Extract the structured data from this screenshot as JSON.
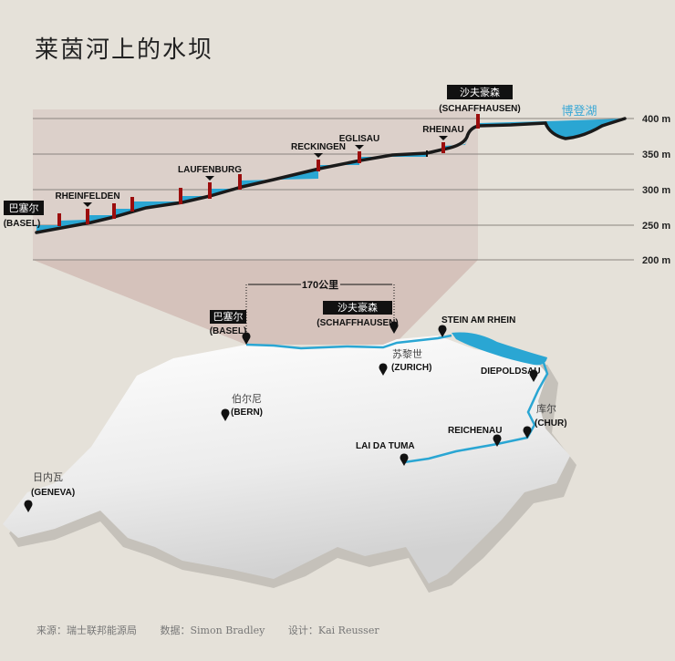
{
  "title": "莱茵河上的水坝",
  "profile": {
    "axis_labels": [
      "400 m",
      "350 m",
      "300 m",
      "250 m",
      "200 m"
    ],
    "start": {
      "cn": "巴塞尔",
      "en": "(BASEL)"
    },
    "end": {
      "cn": "沙夫豪森",
      "en": "(SCHAFFHAUSEN)"
    },
    "lake": "博登湖",
    "dams": [
      "RHEINFELDEN",
      "LAUFENBURG",
      "RECKINGEN",
      "EGLISAU",
      "RHEINAU"
    ]
  },
  "map": {
    "distance": "170公里",
    "basel": {
      "cn": "巴塞尔",
      "en": "(BASEL)"
    },
    "schaffhausen": {
      "cn": "沙夫豪森",
      "en": "(SCHAFFHAUSEN)"
    },
    "stein": "STEIN AM RHEIN",
    "zurich": {
      "cn": "苏黎世",
      "en": "(ZURICH)"
    },
    "diepoldsau": "DIEPOLDSAU",
    "bern": {
      "cn": "伯尔尼",
      "en": "(BERN)"
    },
    "chur": {
      "cn": "库尔",
      "en": "(CHUR)"
    },
    "reichenau": "REICHENAU",
    "laidatuma": "LAI DA TUMA",
    "geneva": {
      "cn": "日内瓦",
      "en": "(GENEVA)"
    }
  },
  "footer": {
    "source": "来源：瑞士联邦能源局",
    "data": "数据：Simon Bradley",
    "design": "设计：Kai Reusser"
  },
  "colors": {
    "water": "#2aa6d3",
    "dam": "#9b0d0d",
    "pink": "#c9a9a3"
  }
}
